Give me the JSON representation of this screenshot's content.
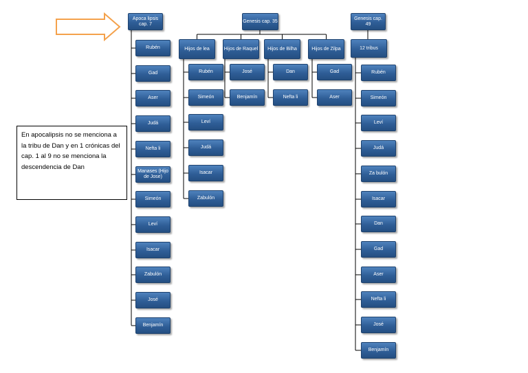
{
  "note": "En apocalipsis no se menciona a la tribu de Dan y en 1 crónicas  del cap. 1 al 9 no se menciona la descendencia de Dan",
  "colors": {
    "box_top": "#4f82bd",
    "box_bottom": "#254f82",
    "arrow": "#f4a14b",
    "lines": "#000000"
  },
  "icons": {
    "arrow": "right-arrow-outline"
  },
  "col1": {
    "head": "Apoca lipsis cap. 7",
    "items": [
      "Rubén",
      "Gad",
      "Aser",
      "Judá",
      "Nefta li",
      "Manases (Hijo de Jose)",
      "Simeón",
      "Leví",
      "Isacar",
      "Zabulón",
      "José",
      "Benjamín"
    ]
  },
  "col2": {
    "head": "Genesis cap. 35",
    "groups": [
      {
        "label": "Hijos de lea",
        "items": [
          "Rubén",
          "Simeón",
          "Leví",
          "Judá",
          "Isacar",
          "Zabulón"
        ]
      },
      {
        "label": "Hijos de Raquel",
        "items": [
          "José",
          "Benjamín"
        ]
      },
      {
        "label": "Hijos de Bilha",
        "items": [
          "Dan",
          "Nefta li"
        ]
      },
      {
        "label": "Hijos de Zilpa",
        "items": [
          "Gad",
          "Aser"
        ]
      }
    ]
  },
  "col3": {
    "head": "Genesis cap. 49",
    "sub": "12 tribus",
    "items": [
      "Rubén",
      "Simeón",
      "Leví",
      "Judá",
      "Za bulón",
      "Isacar",
      "Dan",
      "Gad",
      "Aser",
      "Nefta li",
      "José",
      "Benjamín"
    ]
  }
}
